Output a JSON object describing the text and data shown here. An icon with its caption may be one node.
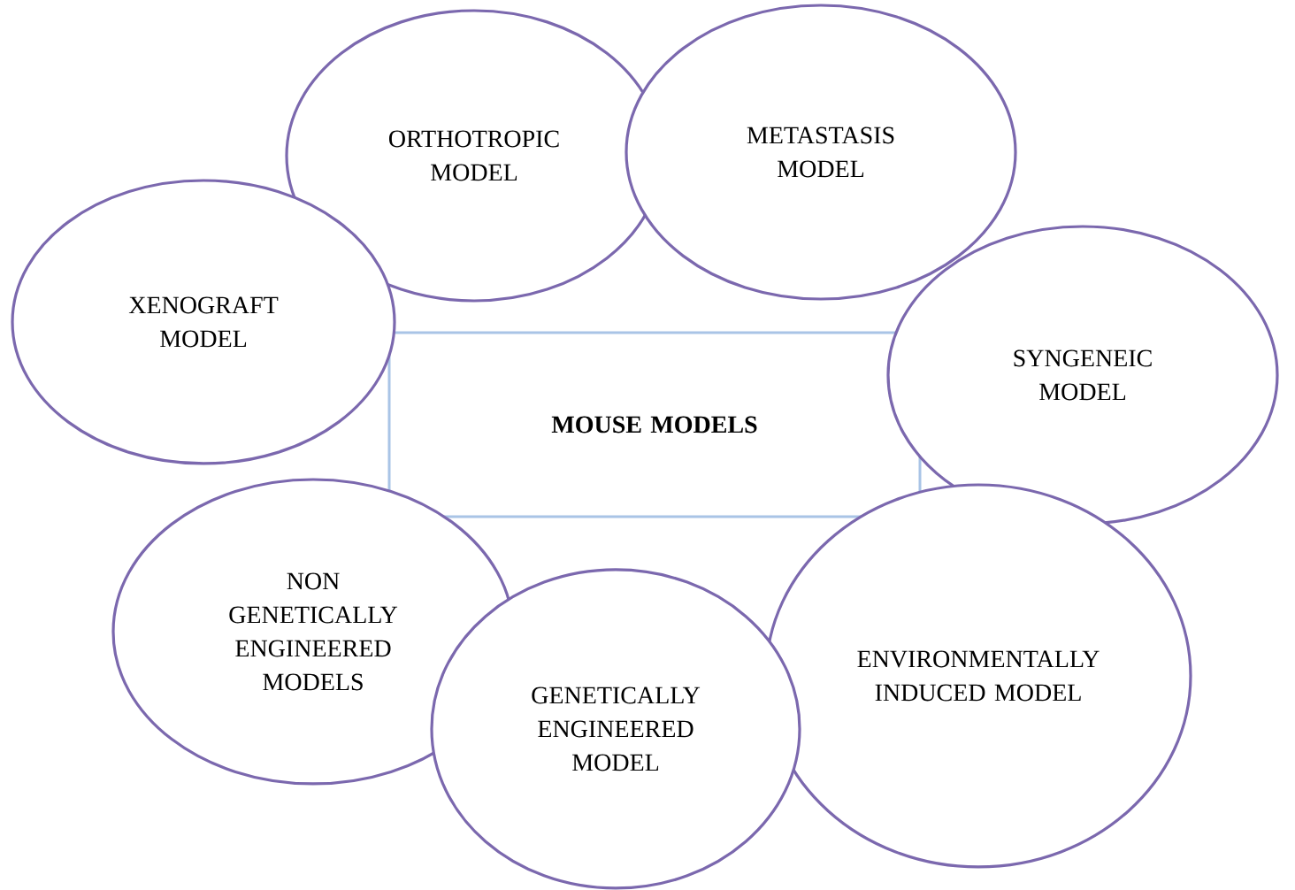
{
  "diagram": {
    "nodes": [
      {
        "text": [
          "ORTHOTROPIC MODEL"
        ]
      },
      {
        "text": [
          "METASTASIS MODEL"
        ]
      },
      {
        "text": [
          "XENOGRAFT MODEL"
        ]
      },
      {
        "text": [
          "SYNGENEIC MODEL"
        ]
      },
      {
        "text": [
          "MOUSE MODELS"
        ]
      },
      {
        "text": [
          "NON GENETICALLY ENGINEERED MODELS"
        ]
      },
      {
        "text": [
          "GENETICALLY ENGINEERED MODEL"
        ]
      },
      {
        "text": [
          "ENVIRONMENTALLY INDUCED MODEL"
        ]
      }
    ]
  }
}
